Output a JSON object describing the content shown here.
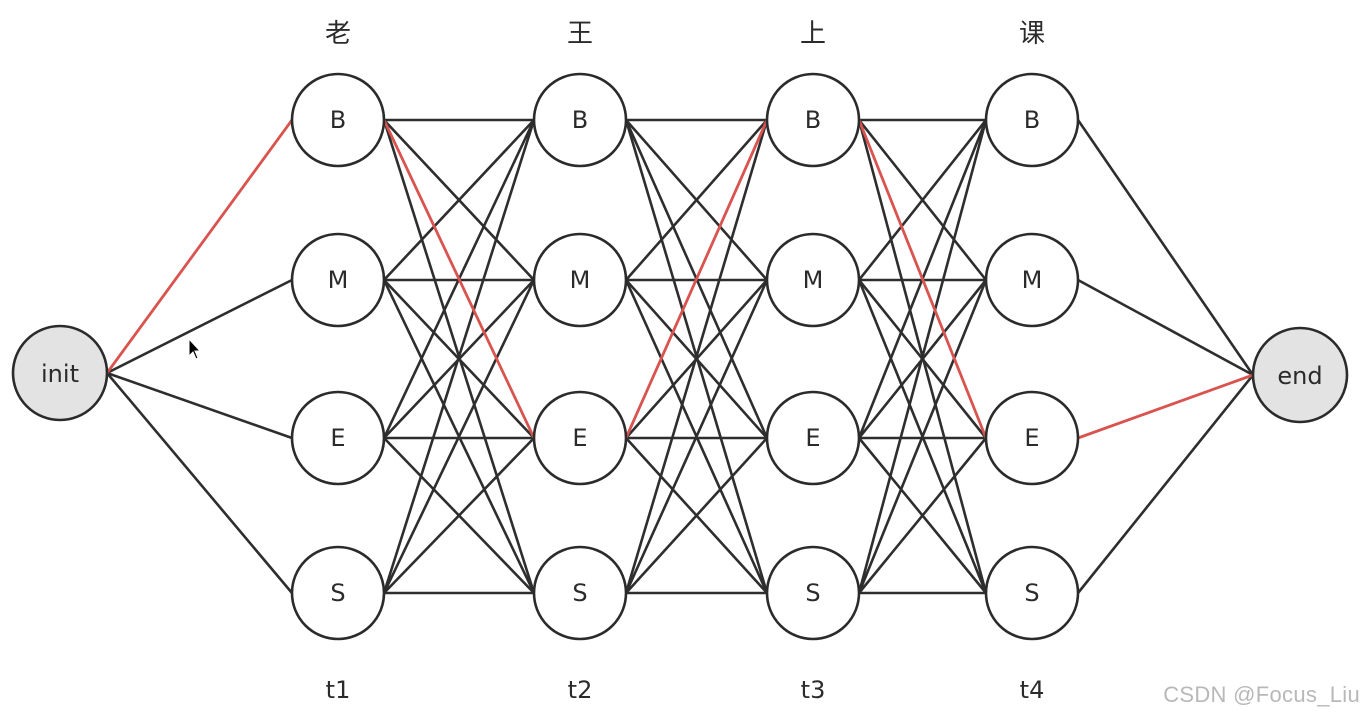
{
  "diagram": {
    "start_node": "init",
    "end_node": "end",
    "states": [
      "B",
      "M",
      "E",
      "S"
    ],
    "characters": [
      "老",
      "王",
      "上",
      "课"
    ],
    "time_steps": [
      "t1",
      "t2",
      "t3",
      "t4"
    ],
    "best_path": [
      "B",
      "E",
      "B",
      "E"
    ],
    "colors": {
      "edge": "#2e2e2e",
      "path": "#d9534f",
      "node_fill": "#ffffff",
      "terminal_fill": "#e3e3e3",
      "stroke": "#2b2b2b"
    }
  },
  "watermark": "CSDN @Focus_Liu",
  "cursor_icon": "mouse-pointer-icon"
}
